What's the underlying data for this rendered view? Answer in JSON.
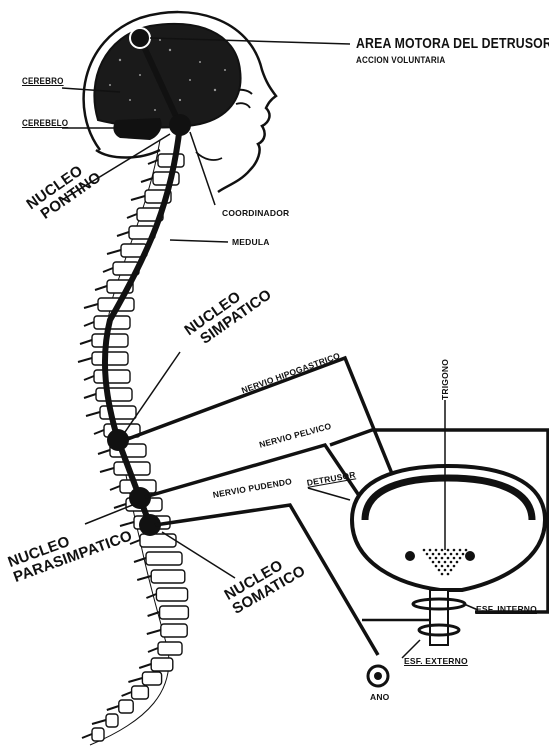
{
  "labels": {
    "area_motora": "AREA MOTORA DEL DETRUSOR",
    "accion_voluntaria": "ACCION VOLUNTARIA",
    "cerebro": "CEREBRO",
    "cerebelo": "CEREBELO",
    "nucleo_pontino": [
      "NUCLEO",
      "PONTINO"
    ],
    "coordinador": "COORDINADOR",
    "medula": "MEDULA",
    "nucleo_simpatico": [
      "NUCLEO",
      "SIMPATICO"
    ],
    "nervio_hipogastrico": "NERVIO HIPOGASTRICO",
    "nervio_pelvico": "NERVIO PELVICO",
    "nervio_pudendo": "NERVIO PUDENDO",
    "trigono": "TRIGONO",
    "detrusor": "DETRUSOR",
    "nucleo_parasimpatico": [
      "NUCLEO",
      "PARASIMPATICO"
    ],
    "nucleo_somatico": [
      "NUCLEO",
      "SOMATICO"
    ],
    "esf_interno": "ESF. INTERNO",
    "esf_externo": "ESF. EXTERNO",
    "ano": "ANO"
  },
  "colors": {
    "ink": "#111111",
    "paper": "#ffffff"
  }
}
